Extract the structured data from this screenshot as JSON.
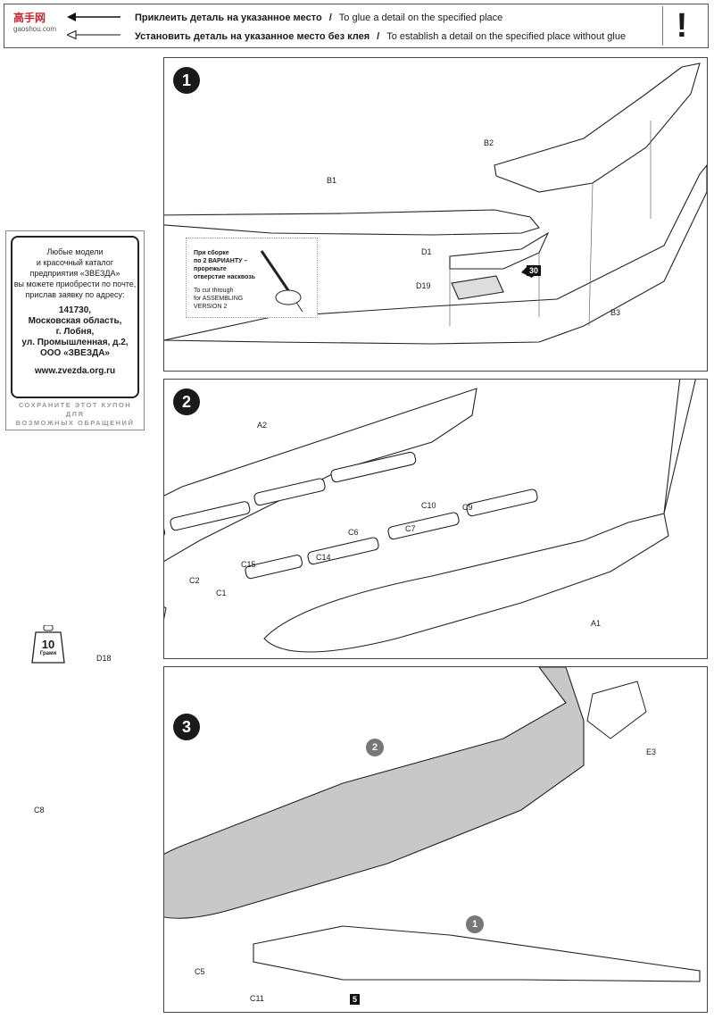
{
  "legend": {
    "logo_top": "高手网",
    "logo_bottom": "gaoshou.com",
    "glue_ru": "Приклеить деталь на указанное место",
    "glue_en": "To glue a detail on the specified place",
    "noglue_ru": "Установить деталь на указанное место без клея",
    "noglue_en": "To establish a detail on the specified place without glue",
    "sep": "/",
    "warning": "!"
  },
  "coupon": {
    "l1": "Любые модели",
    "l2": "и красочный каталог",
    "l3": "предприятия «ЗВЕЗДА»",
    "l4": "вы можете приобрести по почте,",
    "l5": "прислав заявку по адресу:",
    "a1": "141730,",
    "a2": "Московская область,",
    "a3": "г. Лобня,",
    "a4": "ул. Промышленная, д.2,",
    "a5": "ООО «ЗВЕЗДА»",
    "url": "www.zvezda.org.ru",
    "save1": "СОХРАНИТЕ ЭТОТ КУПОН",
    "save2": "ДЛЯ",
    "save3": "ВОЗМОЖНЫХ ОБРАЩЕНИЙ"
  },
  "weight": {
    "value": "10",
    "unit": "Грами"
  },
  "steps": {
    "s1": "1",
    "s2": "2",
    "s3": "3",
    "ref30": "30",
    "ref5": "5",
    "sub2": "2",
    "sub1": "1"
  },
  "step1": {
    "B1": "B1",
    "B2": "B2",
    "B3": "B3",
    "D1": "D1",
    "D19": "D19",
    "note_ru1": "При сборке",
    "note_ru2": "по 2 ВАРИАНТУ –",
    "note_ru3": "прорежьте",
    "note_ru4": "отверстие насквозь",
    "note_en1": "To cut through",
    "note_en2": "for ASSEMBLING",
    "note_en3": "VERSION 2"
  },
  "step2": {
    "A1": "A1",
    "A2": "A2",
    "C1": "C1",
    "C2": "C2",
    "C6": "C6",
    "C7": "C7",
    "C9": "C9",
    "C10": "C10",
    "C14": "C14",
    "C15": "C15",
    "D18": "D18"
  },
  "step3": {
    "C5": "C5",
    "C8": "C8",
    "C11": "C11",
    "E3": "E3"
  }
}
